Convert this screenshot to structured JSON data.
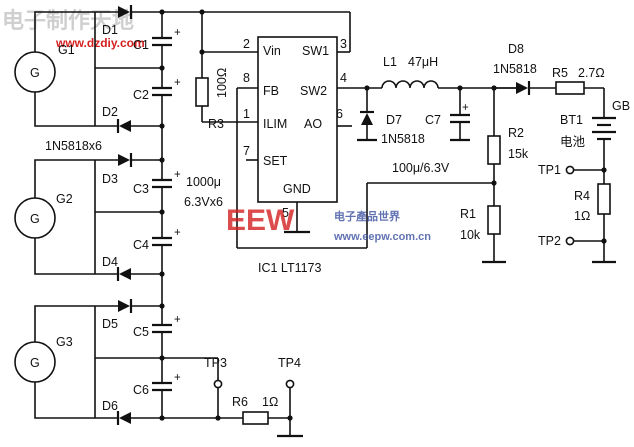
{
  "watermark_top": {
    "main": "电子制作天地",
    "url": "www.dzdiy.com"
  },
  "watermark_mid": {
    "logo": "EEW",
    "cn": "电子產品世界",
    "url": "www.eepw.com.cn"
  },
  "generators": [
    "G1",
    "G2",
    "G3",
    "G"
  ],
  "diodes": [
    "D1",
    "D2",
    "D3",
    "D4",
    "D5",
    "D6",
    "D7",
    "D8"
  ],
  "diode_note": "1N5818x6",
  "capacitors": [
    "C1",
    "C2",
    "C3",
    "C4",
    "C5",
    "C6",
    "C7"
  ],
  "cap_note": [
    "1000μ",
    "6.3Vx6"
  ],
  "ic": {
    "name": "IC1  LT1173",
    "pins": {
      "vin": "Vin",
      "fb": "FB",
      "ilim": "ILIM",
      "set": "SET",
      "gnd": "GND",
      "sw1": "SW1",
      "sw2": "SW2",
      "ao": "AO"
    },
    "pin_numbers": [
      "1",
      "2",
      "3",
      "4",
      "5",
      "6",
      "7",
      "8"
    ]
  },
  "r3": {
    "name": "R3",
    "value": "100Ω"
  },
  "l1": {
    "name": "L1",
    "value": "47μH"
  },
  "d7": {
    "name": "D7",
    "part": "1N5818"
  },
  "c7": {
    "name": "C7",
    "value": "100μ/6.3V"
  },
  "d8": {
    "name": "D8",
    "part": "1N5818"
  },
  "r5": {
    "name": "R5",
    "value": "2.7Ω"
  },
  "r2": {
    "name": "R2",
    "value": "15k"
  },
  "r1": {
    "name": "R1",
    "value": "10k"
  },
  "r4": {
    "name": "R4",
    "value": "1Ω"
  },
  "r6": {
    "name": "R6",
    "value": "1Ω"
  },
  "battery": {
    "gb": "GB",
    "bt": "BT1",
    "cn": "电池"
  },
  "test_points": [
    "TP1",
    "TP2",
    "TP3",
    "TP4"
  ],
  "colors": {
    "ink": "#111111",
    "watermark_red": "#d42020",
    "watermark_blue": "#3a50a0"
  }
}
